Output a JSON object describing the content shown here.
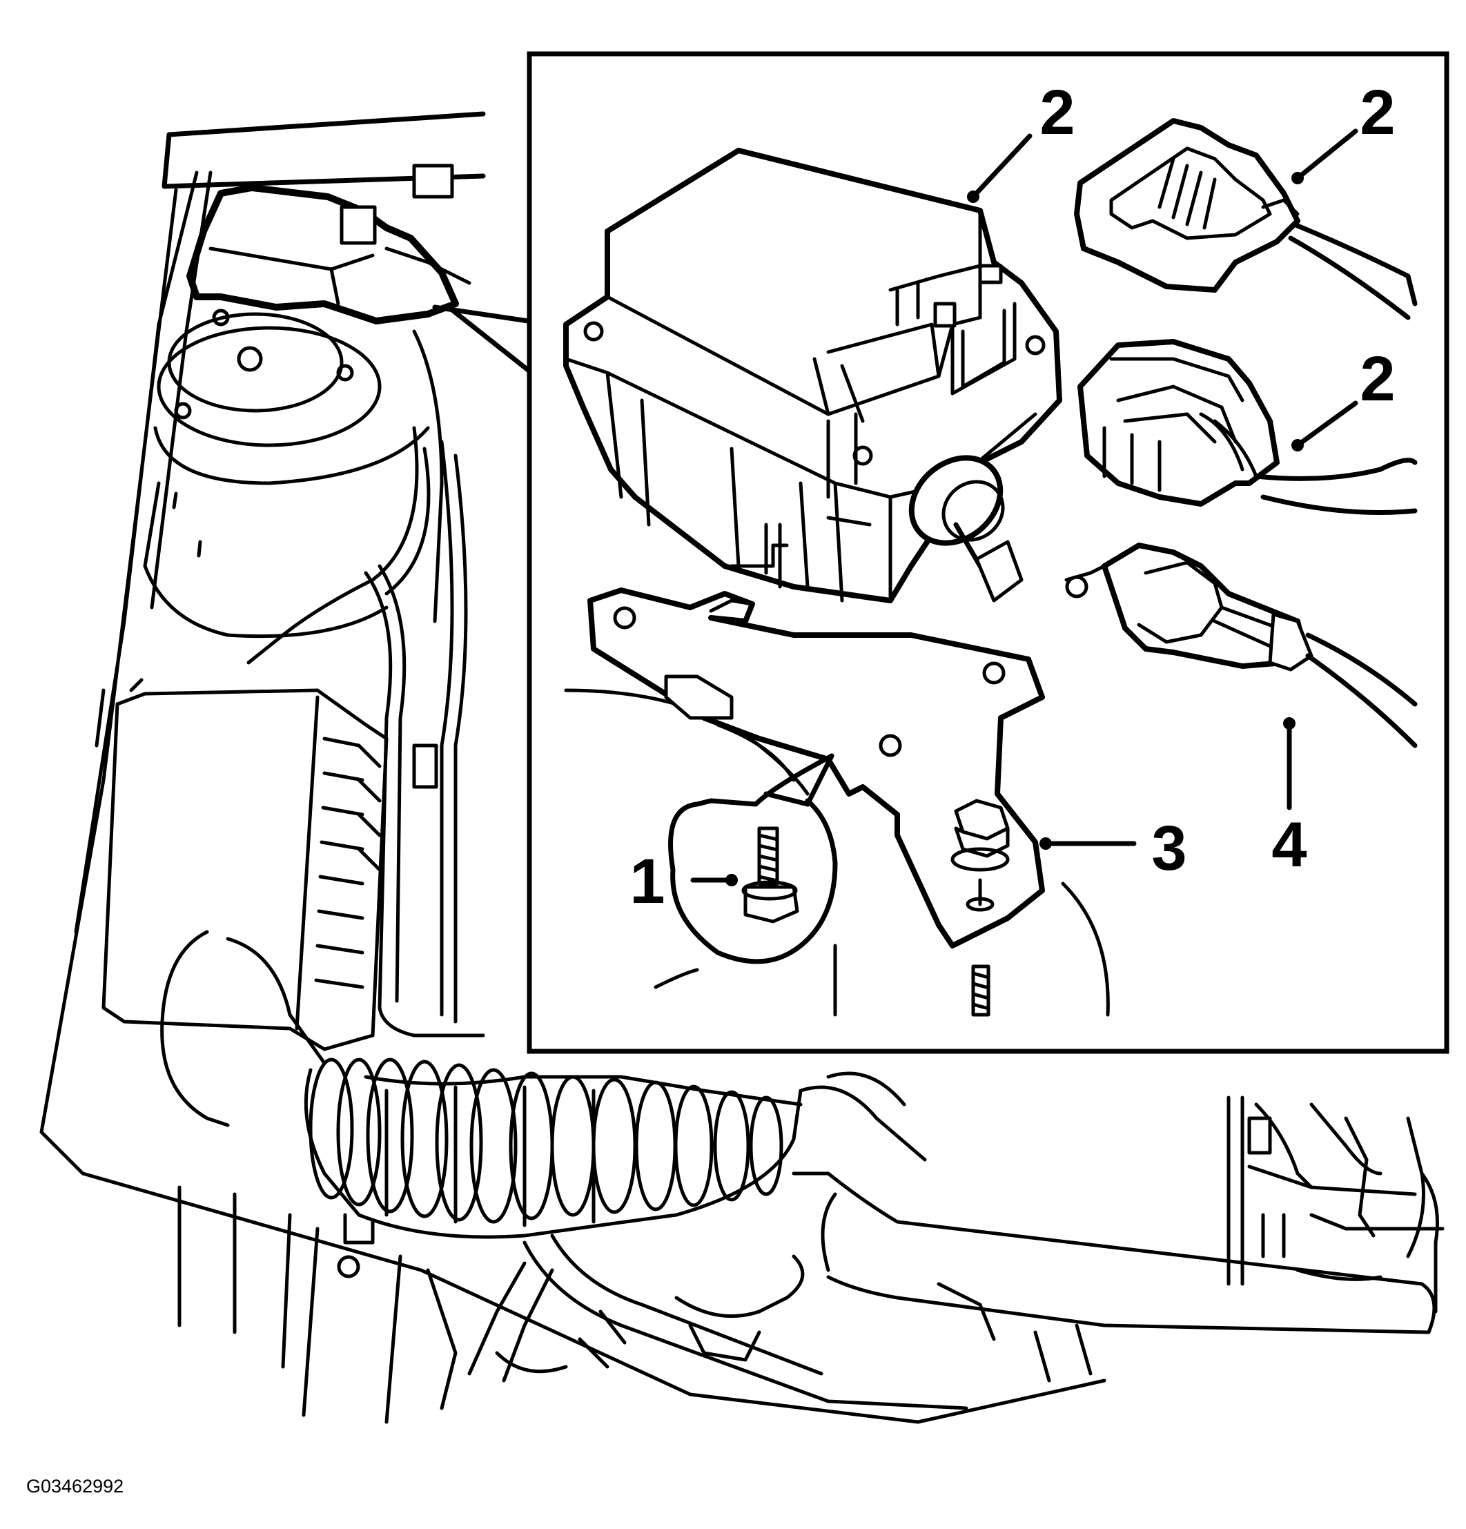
{
  "figure_id": "G03462992",
  "callouts": [
    {
      "id": "1",
      "label": "1"
    },
    {
      "id": "2a",
      "label": "2"
    },
    {
      "id": "2b",
      "label": "2"
    },
    {
      "id": "2c",
      "label": "2"
    },
    {
      "id": "3",
      "label": "3"
    },
    {
      "id": "4",
      "label": "4"
    }
  ]
}
